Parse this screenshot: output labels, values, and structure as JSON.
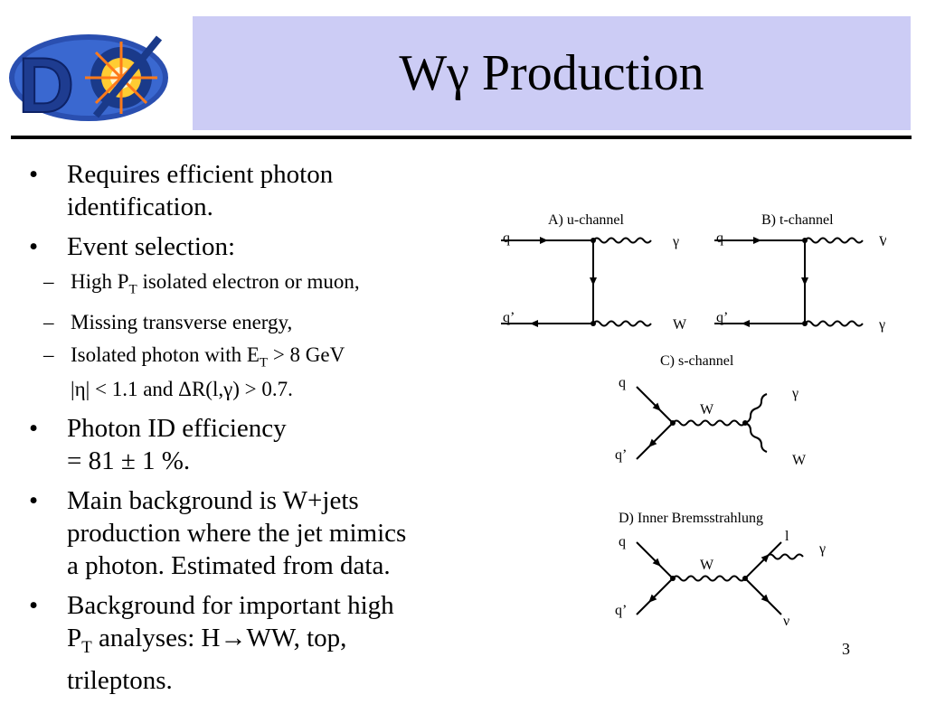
{
  "title": {
    "main": "Wγ Production"
  },
  "logo": {
    "text": "DØ"
  },
  "bullets": [
    {
      "lines": [
        "Requires efficient photon",
        "identification."
      ]
    },
    {
      "lines": [
        "Event selection:"
      ]
    },
    {
      "lines": [
        "Photon ID efficiency",
        "= 81 ± 1 %."
      ]
    },
    {
      "lines": [
        "Main background is W+jets",
        "production where the jet mimics",
        "a photon.  Estimated from data."
      ]
    },
    {
      "lines": [
        "Background for important high",
        "analyses: H→WW, top,",
        "trileptons."
      ]
    }
  ],
  "sub_bullets": [
    {
      "text": "High P",
      "sub": "T",
      "rest": " isolated electron or muon,"
    },
    {
      "text": "Missing transverse energy,"
    },
    {
      "text": "Isolated photon with E",
      "sub": "T",
      "rest": " > 8 GeV",
      "line2": "|η| < 1.1 and ΔR(l,γ) > 0.7."
    }
  ],
  "pt_label": {
    "p": "P",
    "sub": "T"
  },
  "diagrams": {
    "a_title": "A)  u-channel",
    "b_title": "B)  t-channel",
    "c_title": "C)  s-channel",
    "d_title": "D)  Inner Bremsstrahlung",
    "q": "q",
    "qbar": "q’",
    "gamma": "γ",
    "w": "W",
    "l": "l",
    "nu": "ν"
  },
  "slide_number": "3"
}
